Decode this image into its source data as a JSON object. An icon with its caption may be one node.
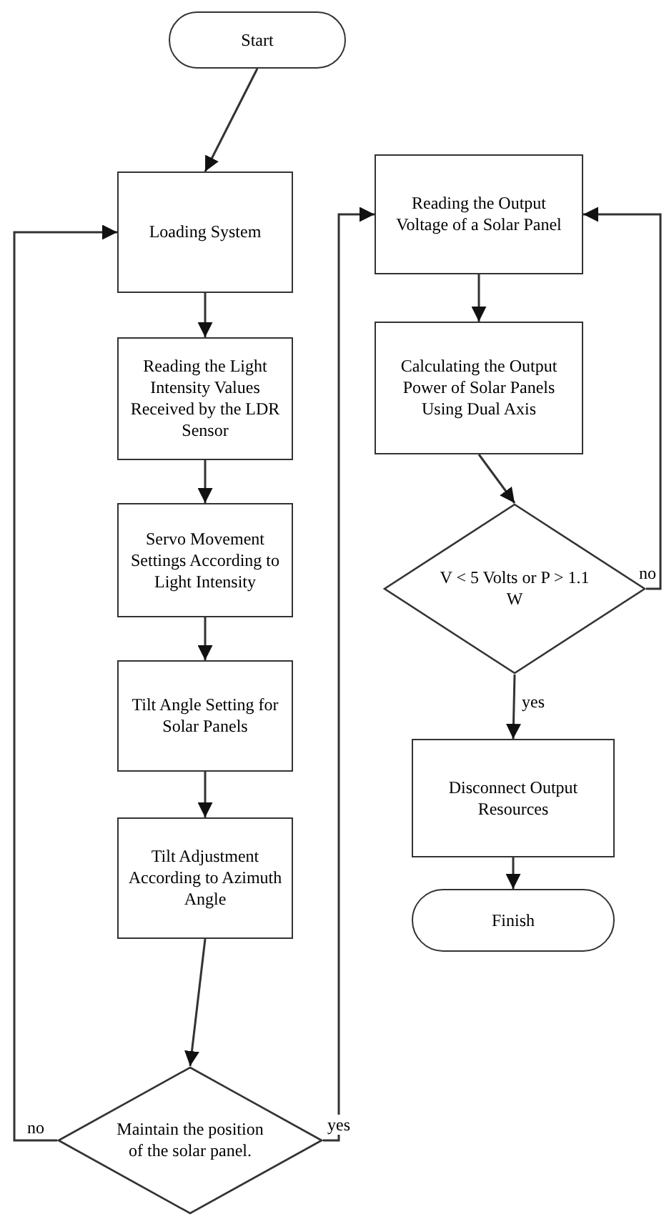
{
  "diagram": {
    "nodes": [
      {
        "text": [
          "Start"
        ]
      },
      {
        "text": [
          "Loading System"
        ]
      },
      {
        "text": [
          "Reading the Light Intensity Values Received by the LDR Sensor"
        ]
      },
      {
        "text": [
          "Servo Movement Settings According to Light Intensity"
        ]
      },
      {
        "text": [
          "Tilt Angle Setting for Solar Panels"
        ]
      },
      {
        "text": [
          "Tilt Adjustment According to Azimuth Angle"
        ]
      },
      {
        "text": [
          "Maintain the position of the solar panel."
        ]
      },
      {
        "text": [
          "Reading the Output Voltage of a Solar Panel"
        ]
      },
      {
        "text": [
          "Calculating the Output Power of Solar Panels Using Dual Axis"
        ]
      },
      {
        "text": [
          "V < 5 Volts or P > 1.1 W"
        ]
      },
      {
        "text": [
          "Disconnect Output Resources"
        ]
      },
      {
        "text": [
          "Finish"
        ]
      }
    ],
    "edges": [
      {
        "from": 0,
        "to": 1,
        "arrow": "to"
      },
      {
        "from": 1,
        "to": 2,
        "arrow": "to"
      },
      {
        "from": 2,
        "to": 3,
        "arrow": "to"
      },
      {
        "from": 3,
        "to": 4,
        "arrow": "to"
      },
      {
        "from": 4,
        "to": 5,
        "arrow": "to"
      },
      {
        "from": 5,
        "to": 6,
        "arrow": "to"
      },
      {
        "from": 6,
        "to": 1,
        "arrow": "to",
        "label": "no"
      },
      {
        "from": 6,
        "to": 7,
        "arrow": "to",
        "label": "yes"
      },
      {
        "from": 7,
        "to": 8,
        "arrow": "to"
      },
      {
        "from": 8,
        "to": 9,
        "arrow": "to"
      },
      {
        "from": 9,
        "to": 7,
        "arrow": "to",
        "label": "no"
      },
      {
        "from": 9,
        "to": 10,
        "arrow": "to",
        "label": "yes"
      },
      {
        "from": 10,
        "to": 11,
        "arrow": "to"
      }
    ]
  }
}
